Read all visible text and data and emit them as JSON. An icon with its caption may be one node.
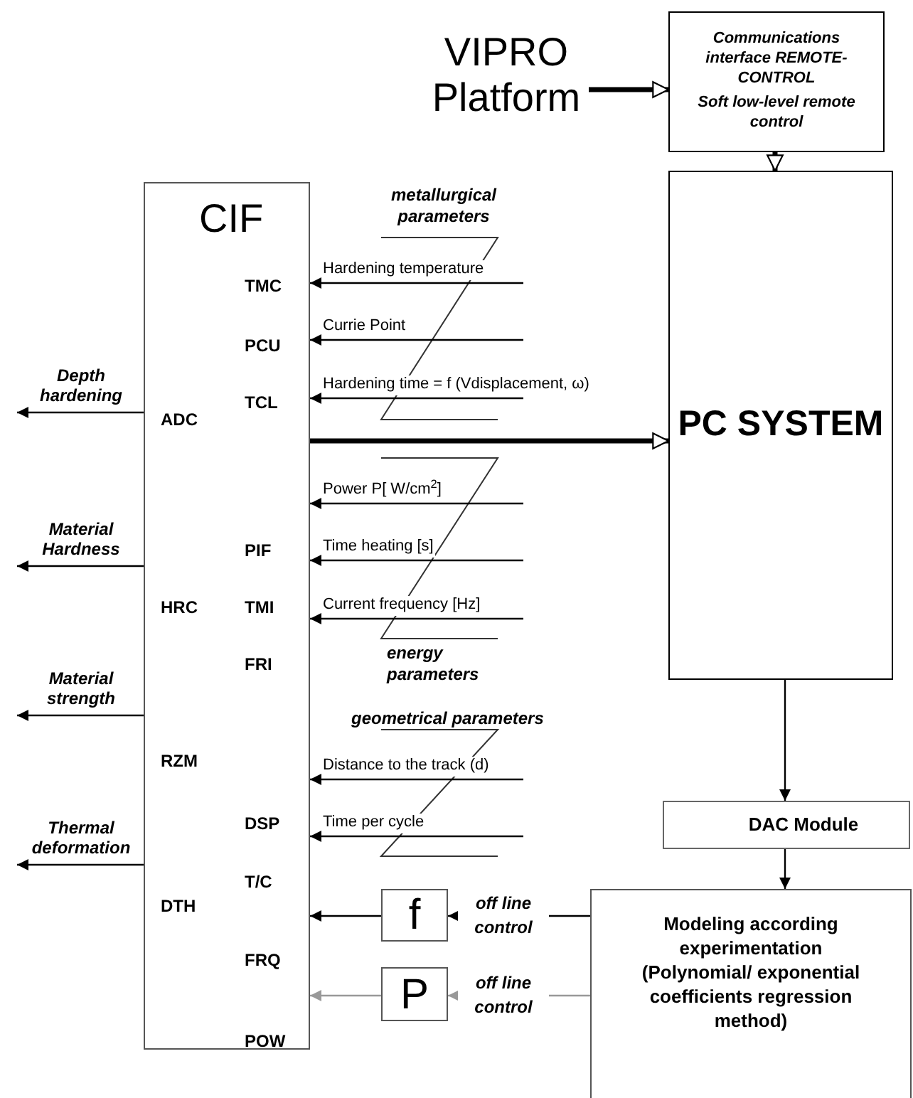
{
  "diagram": {
    "nodes": [
      {
        "text": [
          "VIPRO Platform"
        ]
      },
      {
        "text": [
          "Communications interface REMOTE-CONTROL",
          "Soft low-level remote control"
        ]
      },
      {
        "text": [
          "CIF"
        ]
      },
      {
        "text": [
          "PC SYSTEM"
        ]
      },
      {
        "text": [
          "DAC Module"
        ]
      },
      {
        "text": [
          "Modeling according experimentation (Polynomial/ exponential coefficients regression method)"
        ]
      },
      {
        "text": [
          "f"
        ]
      },
      {
        "text": [
          "P"
        ]
      }
    ],
    "edges": [
      {
        "from": 0,
        "to": 1,
        "arrow": "to",
        "style": "thick"
      },
      {
        "from": 1,
        "to": 3,
        "arrow": "to",
        "style": "thick"
      },
      {
        "from": null,
        "to": 2,
        "arrow": "to",
        "label": "Hardening temperature"
      },
      {
        "from": null,
        "to": 2,
        "arrow": "to",
        "label": "Currie Point"
      },
      {
        "from": null,
        "to": 2,
        "arrow": "to",
        "label": "Hardening time = f (Vdisplacement, ω)"
      },
      {
        "from": 2,
        "to": 3,
        "arrow": "to",
        "style": "thick"
      },
      {
        "from": null,
        "to": 2,
        "arrow": "to",
        "label": "Power P[ W/cm$^{2}$]"
      },
      {
        "from": null,
        "to": 2,
        "arrow": "to",
        "label": "Time heating [s]"
      },
      {
        "from": null,
        "to": 2,
        "arrow": "to",
        "label": "Current frequency [Hz]"
      },
      {
        "from": null,
        "to": 2,
        "arrow": "to",
        "label": "Distance to the track (d)"
      },
      {
        "from": null,
        "to": 2,
        "arrow": "to",
        "label": "Time per cycle"
      },
      {
        "from": 2,
        "to": null,
        "arrow": "to",
        "label": "Depth hardening"
      },
      {
        "from": 2,
        "to": null,
        "arrow": "to",
        "label": "Material Hardness"
      },
      {
        "from": 2,
        "to": null,
        "arrow": "to",
        "label": "Material strength"
      },
      {
        "from": 2,
        "to": null,
        "arrow": "to",
        "label": "Thermal deformation"
      },
      {
        "from": 3,
        "to": 4,
        "arrow": "to"
      },
      {
        "from": 4,
        "to": 5,
        "arrow": "to"
      },
      {
        "from": 5,
        "to": 6,
        "arrow": "to",
        "label": "off line control"
      },
      {
        "from": 5,
        "to": 7,
        "arrow": "to",
        "label": "off line control",
        "color": "#999999"
      },
      {
        "from": 6,
        "to": 2,
        "arrow": "to"
      },
      {
        "from": 7,
        "to": 2,
        "arrow": "to",
        "color": "#999999"
      }
    ],
    "labels": [
      "metallurgical parameters",
      "TMC",
      "PCU",
      "ADC",
      "TCL",
      "PIF",
      "HRC",
      "TMI",
      "energy parameters",
      "FRI",
      "geometrical parameters",
      "RZM",
      "DSP",
      "T/C",
      "DTH",
      "FRQ",
      "POW"
    ]
  }
}
